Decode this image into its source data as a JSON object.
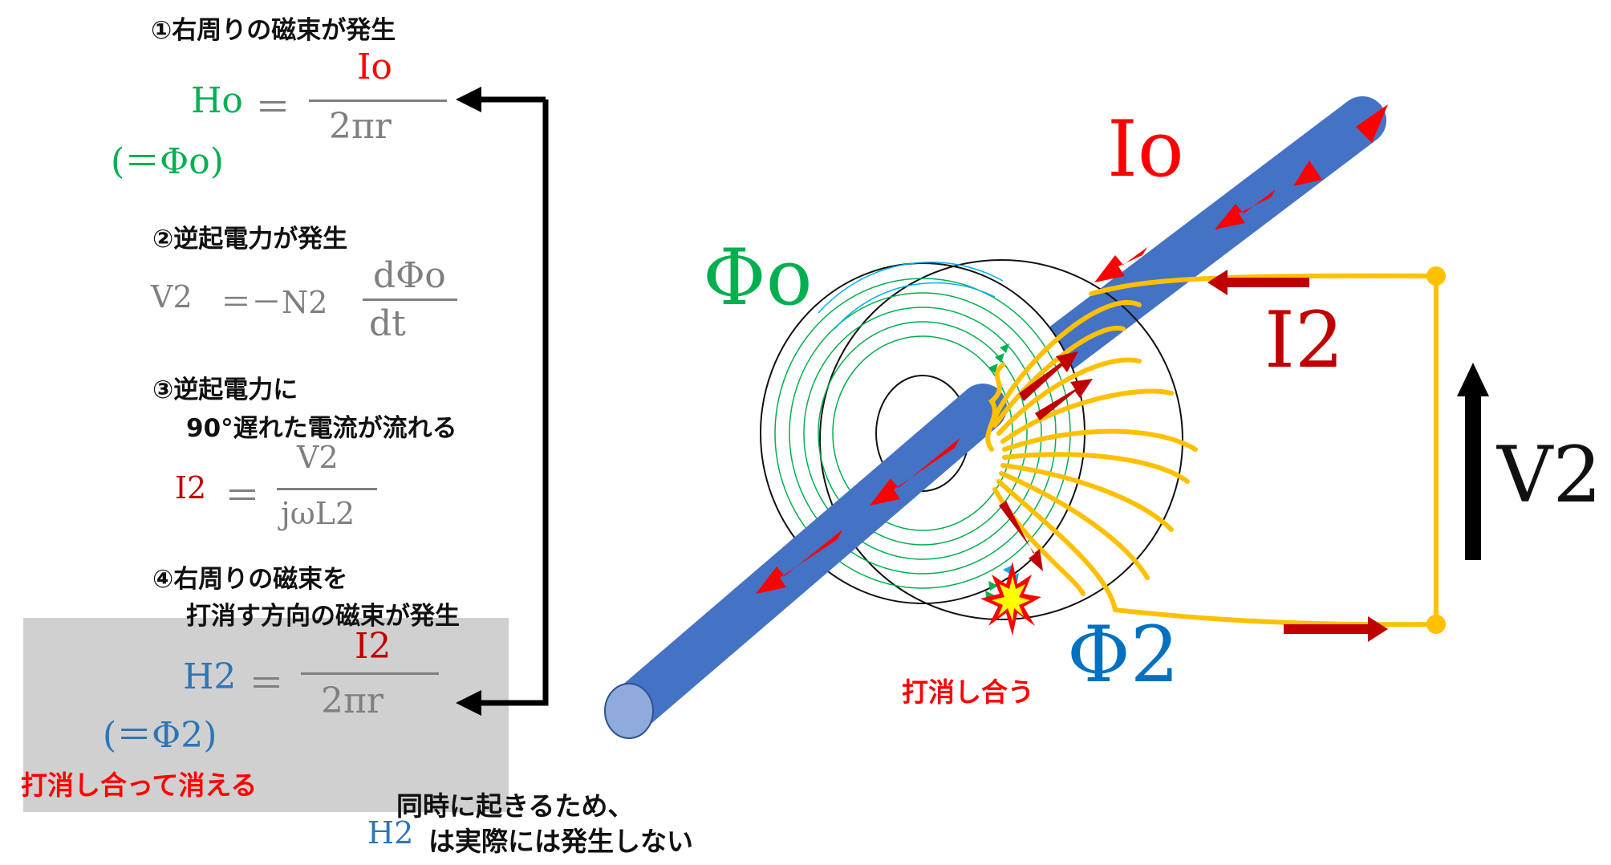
{
  "steps": {
    "s1": "①右周りの磁束が発生",
    "s2": "②逆起電力が発生",
    "s3a": "③逆起電力に",
    "s3b": "90°遅れた電流が流れる",
    "s4a": "④右周りの磁束を",
    "s4b": "打消す方向の磁束が発生"
  },
  "eq1": {
    "lhs": "Ho",
    "alt": "(＝Φo)",
    "eq": "＝",
    "num": "Io",
    "den": "2πr"
  },
  "eq2": {
    "lhs": "V2",
    "eq": "＝－N2",
    "num": "dΦo",
    "den": "dt"
  },
  "eq3": {
    "lhs": "I2",
    "eq": "＝",
    "num": "V2",
    "den": "jωL2"
  },
  "eq4": {
    "lhs": "H2",
    "alt": "(＝Φ2)",
    "eq": "＝",
    "num": "I2",
    "den": "2πr"
  },
  "notes": {
    "cancel_vanish": "打消し合って消える",
    "simul_a": "同時に起きるため、",
    "simul_h2": "H2",
    "simul_b": "は実際には発生しない",
    "cancel": "打消し合う"
  },
  "labels": {
    "Io": "Io",
    "phi_o": "Φo",
    "I2": "I2",
    "V2": "V2",
    "phi_2": "Φ2"
  },
  "colors": {
    "conductor": "#4472c4",
    "current_arrow": "#ff0000",
    "loop": "#ffc000",
    "field_lines": "#00b050",
    "cancel_lines": "#00b0f0",
    "i2_arrow": "#c00000"
  }
}
